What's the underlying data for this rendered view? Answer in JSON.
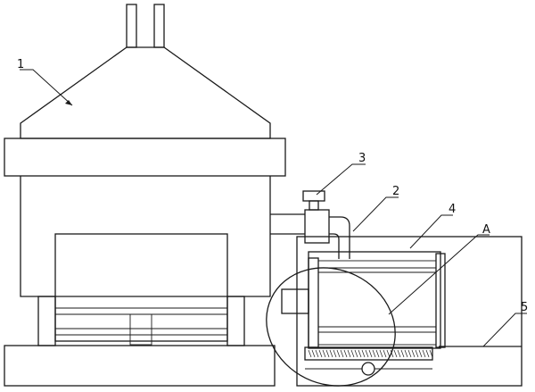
{
  "colors": {
    "line": "#1a1a1a",
    "background": "#ffffff"
  },
  "labels": {
    "furnace": "1",
    "pipe": "2",
    "valve": "3",
    "cooling_box": "4",
    "base": "5",
    "detail": "A"
  }
}
